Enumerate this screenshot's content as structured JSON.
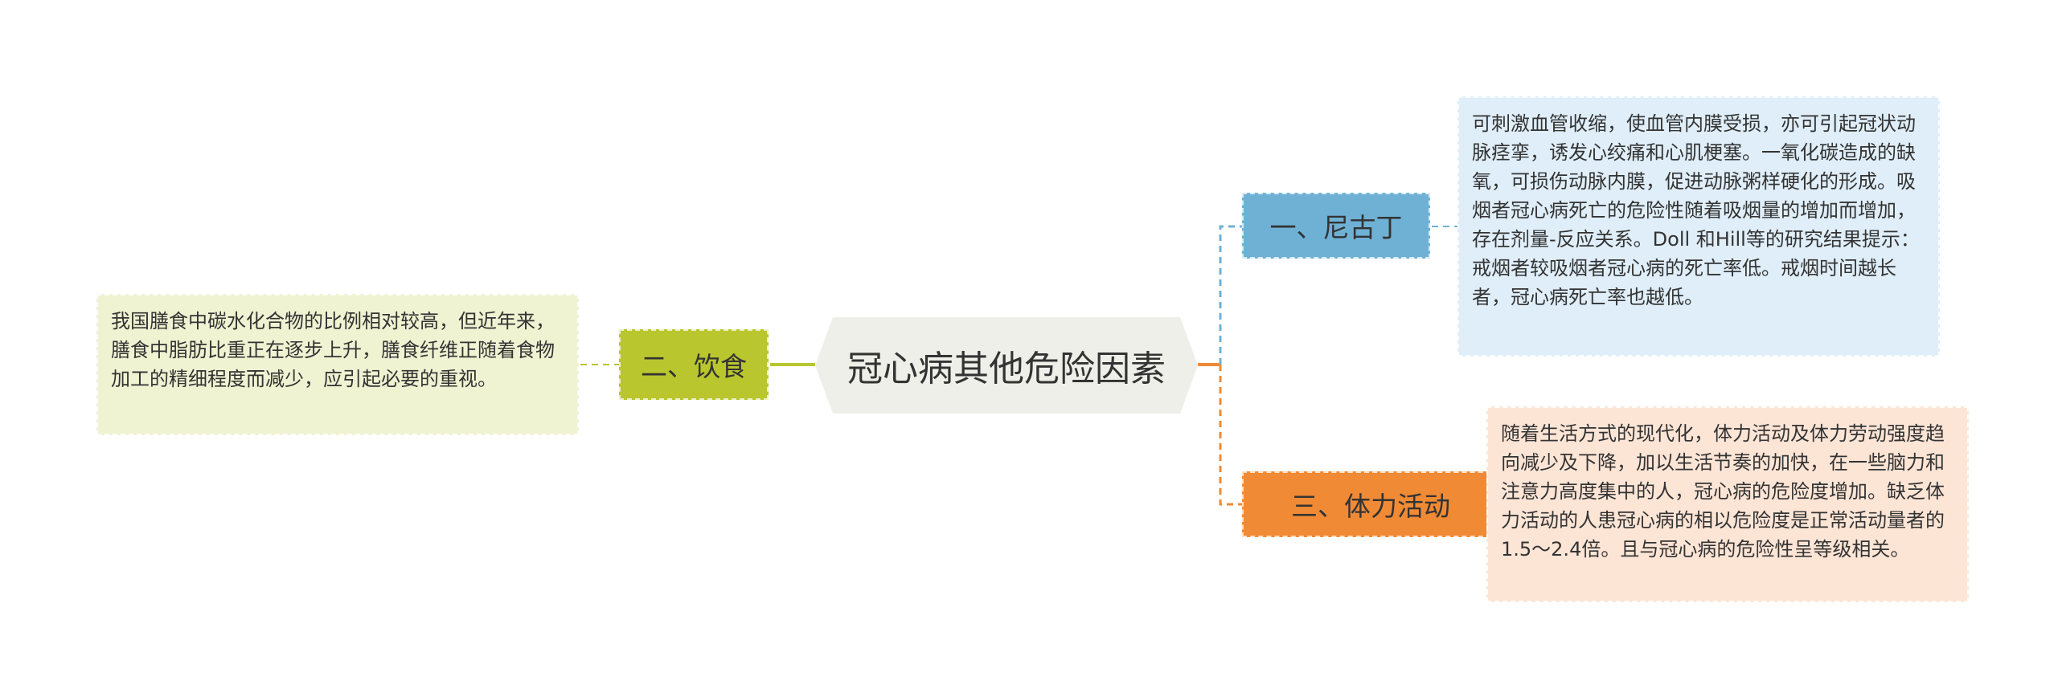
{
  "central_topic": "冠心病其他危险因素",
  "branches": {
    "diet": {
      "label": "二、饮食",
      "note": "我国膳食中碳水化合物的比例相对较高，但近年来，膳食中脂肪比重正在逐步上升，膳食纤维正随着食物加工的精细程度而减少，应引起必要的重视。"
    },
    "nicotine": {
      "label": "一、尼古丁",
      "note": "可刺激血管收缩，使血管内膜受损，亦可引起冠状动脉痉挛，诱发心绞痛和心肌梗塞。一氧化碳造成的缺氧，可损伤动脉内膜，促进动脉粥样硬化的形成。吸烟者冠心病死亡的危险性随着吸烟量的增加而增加，存在剂量-反应关系。Doll 和Hill等的研究结果提示：戒烟者较吸烟者冠心病的死亡率低。戒烟时间越长者，冠心病死亡率也越低。"
    },
    "activity": {
      "label": "三、体力活动",
      "note": "随着生活方式的现代化，体力活动及体力劳动强度趋向减少及下降，加以生活节奏的加快，在一些脑力和注意力高度集中的人，冠心病的危险度增加。缺乏体力活动的人患冠心病的相以危险度是正常活动量者的1.5～2.4倍。且与冠心病的危险性呈等级相关。"
    }
  },
  "colors": {
    "central_fill": "#efefe9",
    "diet": "#b9c62d",
    "diet_note": "#f0f3d2",
    "nicotine": "#6fb1d5",
    "nicotine_note": "#dfeef8",
    "activity": "#f08a34",
    "activity_note": "#fde5d6",
    "text": "#333333"
  }
}
